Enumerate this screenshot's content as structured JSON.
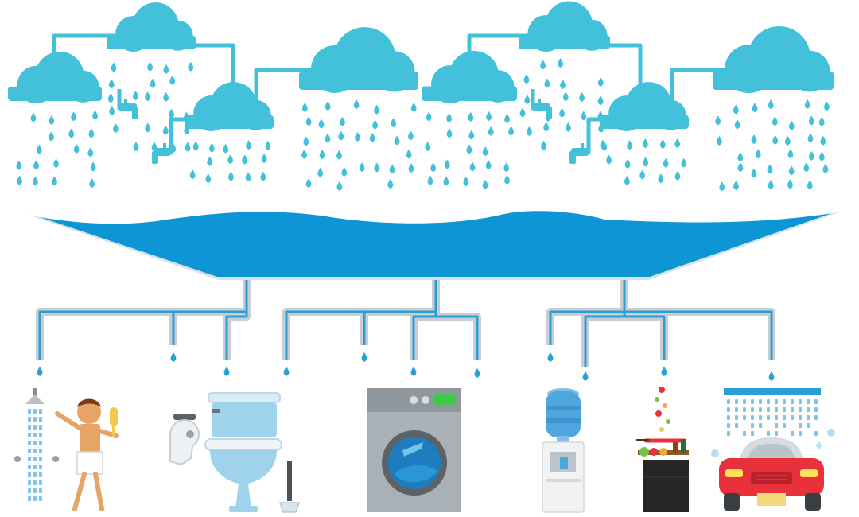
{
  "colors": {
    "sky_blue": "#43c1da",
    "tank_blue": "#0d95d6",
    "pipe_gray": "#c9cdd1",
    "pipe_blue": "#2a9fd6",
    "skin": "#e7a467",
    "hair": "#7a3a14",
    "car_red": "#e8313b",
    "washer_gray": "#a9b1b7",
    "washer_drum": "#1d7dbf",
    "counter_black": "#262626"
  },
  "diagram": {
    "clouds": [
      {
        "id": "cloud-1"
      },
      {
        "id": "cloud-2"
      },
      {
        "id": "cloud-3"
      },
      {
        "id": "cloud-4"
      },
      {
        "id": "cloud-5"
      },
      {
        "id": "cloud-6"
      },
      {
        "id": "cloud-7"
      },
      {
        "id": "cloud-8"
      }
    ],
    "faucets": [
      {
        "id": "faucet-1"
      },
      {
        "id": "faucet-2"
      },
      {
        "id": "faucet-3"
      },
      {
        "id": "faucet-4"
      }
    ],
    "uses": [
      {
        "id": "shower",
        "icon": "shower-icon"
      },
      {
        "id": "toilet",
        "icon": "toilet-icon"
      },
      {
        "id": "washing-machine",
        "icon": "washing-machine-icon"
      },
      {
        "id": "water-dispenser",
        "icon": "water-dispenser-icon"
      },
      {
        "id": "cooking",
        "icon": "cooking-icon"
      },
      {
        "id": "car-wash",
        "icon": "car-wash-icon"
      }
    ]
  }
}
